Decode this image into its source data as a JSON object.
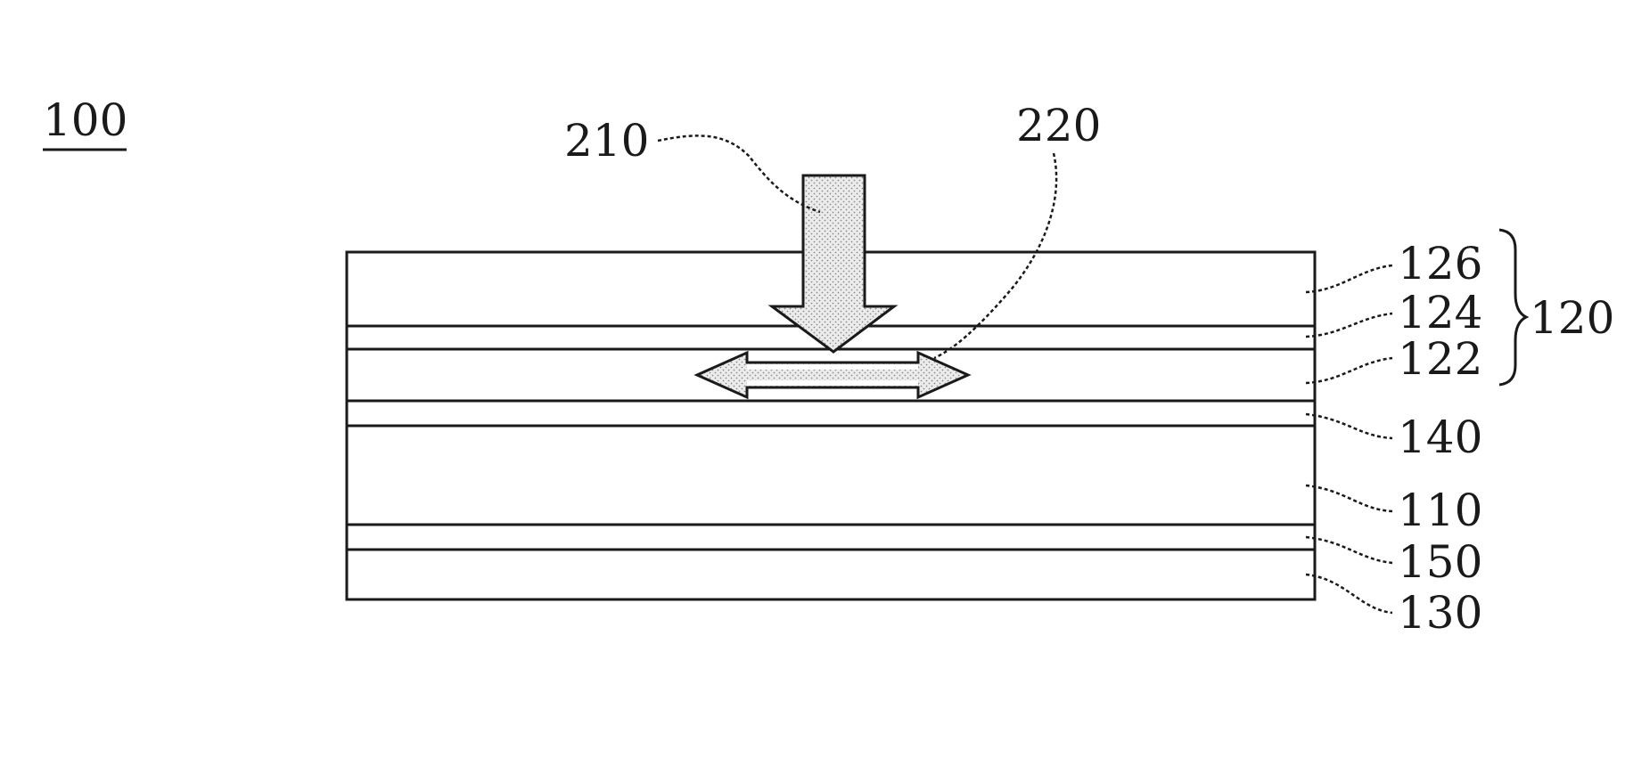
{
  "figure": {
    "label": "100"
  },
  "callouts": {
    "incident": "210",
    "lateral": "220"
  },
  "layers": [
    {
      "id": "top",
      "label": "126"
    },
    {
      "id": "mid",
      "label": "124"
    },
    {
      "id": "lower",
      "label": "122"
    },
    {
      "id": "inter",
      "label": "140"
    },
    {
      "id": "sub",
      "label": "110"
    },
    {
      "id": "back1",
      "label": "150"
    },
    {
      "id": "back2",
      "label": "130"
    }
  ],
  "group": {
    "label": "120"
  },
  "colors": {
    "ink": "#1a1a1a",
    "arrow_fill": "#e4e4e4",
    "arrow_dots": "#8c8c8c"
  }
}
